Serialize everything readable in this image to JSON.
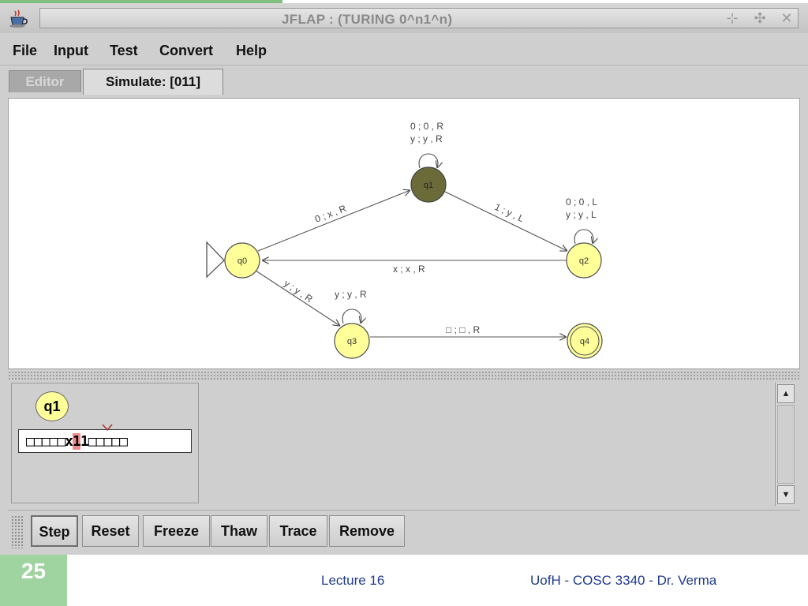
{
  "window": {
    "title": "JFLAP : (TURING 0^n1^n)",
    "controls": [
      {
        "icon": "minimize-icon",
        "glyph": "⊹"
      },
      {
        "icon": "maximize-icon",
        "glyph": "✣"
      },
      {
        "icon": "close-icon",
        "glyph": "✕"
      }
    ]
  },
  "menu": [
    "File",
    "Input",
    "Test",
    "Convert",
    "Help"
  ],
  "tabs": {
    "editor": "Editor",
    "simulate": "Simulate: [011]"
  },
  "diagram": {
    "states": {
      "q0": "q0",
      "q1": "q1",
      "q2": "q2",
      "q3": "q3",
      "q4": "q4"
    },
    "labels": {
      "q1_loop_a": "0 ; 0 , R",
      "q1_loop_b": "y ; y , R",
      "q0_q1": "0 ; x , R",
      "q1_q2": "1 ; y , L",
      "q2_loop_a": "0 ; 0 , L",
      "q2_loop_b": "y ; y , L",
      "q2_q0": "x ; x , R",
      "q0_q3": "y ; y , R",
      "q3_loop": "y ; y , R",
      "q3_q4": "□ ; □ , R"
    },
    "current_state": "q1",
    "initial_state": "q0",
    "final_state": "q4",
    "colors": {
      "state_fill": "#ffff99",
      "current_fill": "#6b6b3a",
      "edge": "#555555"
    }
  },
  "simulation": {
    "config_state": "q1",
    "tape_left": "□□□□□x",
    "tape_head": "1",
    "tape_right": "1□□□□□",
    "head_color": "#f08c8c"
  },
  "scrollbar": {
    "up": "▲",
    "down": "▼"
  },
  "buttons": [
    "Step",
    "Reset",
    "Freeze",
    "Thaw",
    "Trace",
    "Remove"
  ],
  "footer": {
    "slide_number": "25",
    "lecture": "Lecture 16",
    "course": "UofH - COSC 3340 - Dr. Verma"
  }
}
